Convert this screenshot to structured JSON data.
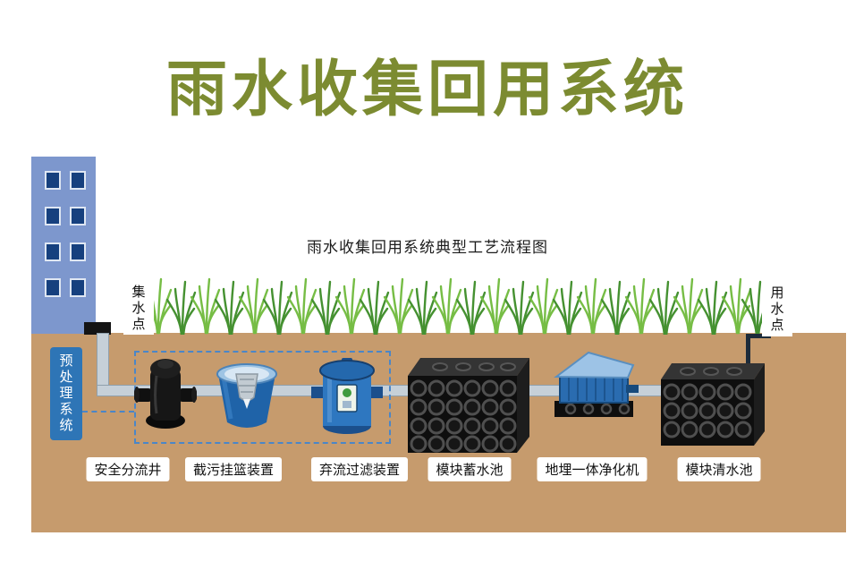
{
  "title": "雨水收集回用系统",
  "caption": "雨水收集回用系统典型工艺流程图",
  "labels": {
    "collection_point": "集水点",
    "use_point": "用水点",
    "pretreatment_system": "预处理系统"
  },
  "equipment": [
    {
      "label": "安全分流井"
    },
    {
      "label": "截污挂篮装置"
    },
    {
      "label": "弃流过滤装置"
    },
    {
      "label": "模块蓄水池"
    },
    {
      "label": "地埋一体净化机"
    },
    {
      "label": "模块清水池"
    }
  ],
  "colors": {
    "title_green": "#7c8b31",
    "ground_brown": "#c69b6d",
    "grass_light": "#76bd45",
    "grass_dark": "#459131",
    "building_blue": "#7d97cd",
    "window_blue": "#16407e",
    "accent_blue": "#2e75b6",
    "dashed_blue": "#4a86c8",
    "pipe_gray": "#c6d0d8",
    "device_black": "#0e0e0e",
    "device_blue": "#2e77c0"
  }
}
